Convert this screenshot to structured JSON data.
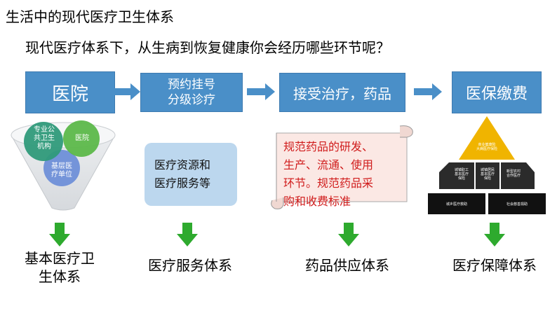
{
  "title": "生活中的现代医疗卫生体系",
  "question": "现代医疗体系下，从生病到恢复健康你会经历哪些环节呢？",
  "stages": [
    {
      "label": "医院"
    },
    {
      "label_line1": "预约挂号",
      "label_line2": "分级诊疗"
    },
    {
      "label": "接受治疗，药品"
    },
    {
      "label": "医保缴费"
    }
  ],
  "venn": {
    "circle_a": [
      "专业公",
      "共卫生",
      "机构"
    ],
    "circle_b": "医院",
    "circle_c": [
      "基层医",
      "疗单位"
    ]
  },
  "resource_box": [
    "医疗资源和",
    "医疗服务等"
  ],
  "scroll_text": [
    "规范药品的研发、",
    "生产、流通、使用",
    "环节。规范药品采",
    "购和收费标准"
  ],
  "pyramid": {
    "top": [
      "商业健康险",
      "大病医疗保险"
    ],
    "middle": [
      [
        "城镇职工",
        "基本医疗",
        "保险"
      ],
      [
        "城镇居民",
        "基本医疗",
        "保险"
      ],
      [
        "新型农村",
        "合作医疗"
      ]
    ],
    "bottom": [
      "城乡医疗救助",
      "社会慈善捐助"
    ]
  },
  "bottom_labels": [
    [
      "基本医疗卫",
      "生体系"
    ],
    "医疗服务体系",
    "药品供应体系",
    "医疗保障体系"
  ],
  "colors": {
    "stage_blue": "#4a8fc8",
    "arrow_blue": "#4a8fc8",
    "down_green": "#2eaa2e",
    "scroll_red": "#d01c1c",
    "pyramid_top": "#f0b400"
  }
}
